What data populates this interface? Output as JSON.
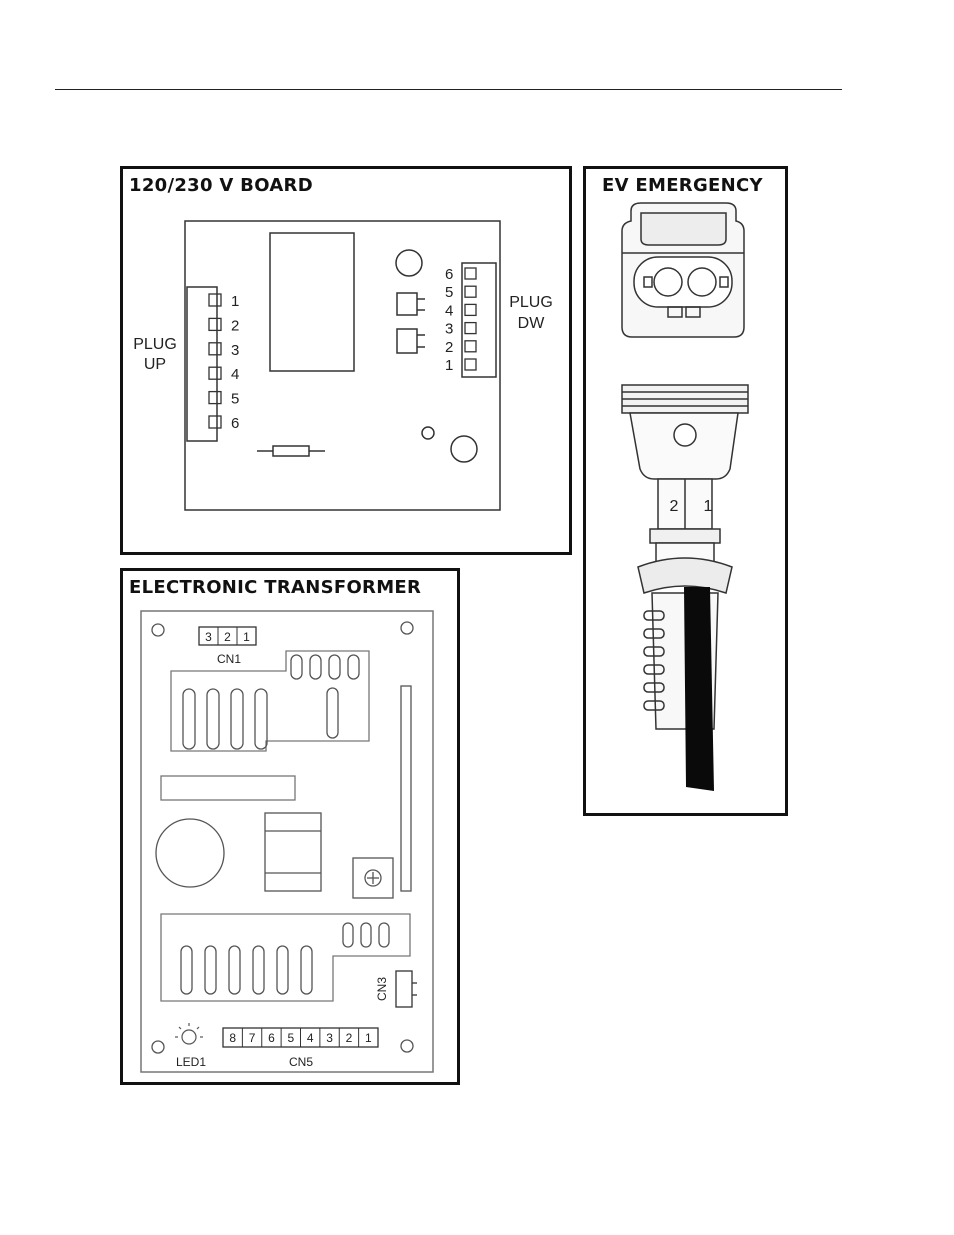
{
  "board": {
    "title": "120/230 V BOARD",
    "plug_up_line1": "PLUG",
    "plug_up_line2": "UP",
    "plug_dw_line1": "PLUG",
    "plug_dw_line2": "DW",
    "up_pins": [
      "1",
      "2",
      "3",
      "4",
      "5",
      "6"
    ],
    "dw_pins": [
      "6",
      "5",
      "4",
      "3",
      "2",
      "1"
    ]
  },
  "transformer": {
    "title": "ELECTRONIC TRANSFORMER",
    "cn1_label": "CN1",
    "cn1_pins": [
      "3",
      "2",
      "1"
    ],
    "cn3_label": "CN3",
    "cn5_label": "CN5",
    "cn5_pins": [
      "8",
      "7",
      "6",
      "5",
      "4",
      "3",
      "2",
      "1"
    ],
    "led_label": "LED1"
  },
  "ev": {
    "title": "EV EMERGENCY",
    "pin_labels": [
      "2",
      "1"
    ]
  }
}
